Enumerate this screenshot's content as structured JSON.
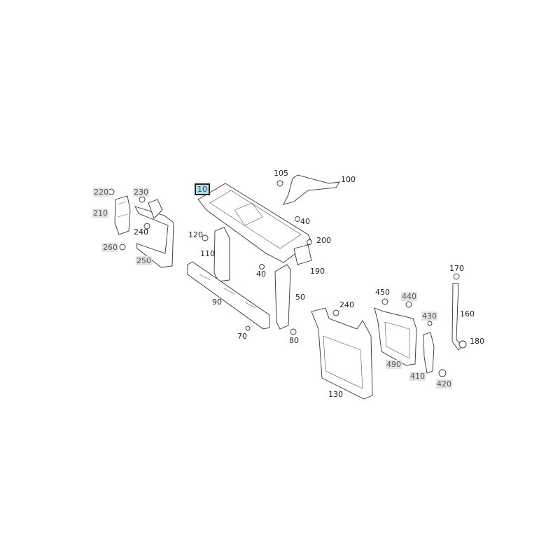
{
  "diagram": {
    "selected_part": "10",
    "labels": [
      {
        "id": "10",
        "style": "selected"
      },
      {
        "id": "105",
        "style": "plain"
      },
      {
        "id": "100",
        "style": "plain"
      },
      {
        "id": "220",
        "style": "grey"
      },
      {
        "id": "230",
        "style": "grey"
      },
      {
        "id": "210",
        "style": "grey"
      },
      {
        "id": "240",
        "style": "plain"
      },
      {
        "id": "260",
        "style": "grey"
      },
      {
        "id": "250",
        "style": "grey"
      },
      {
        "id": "120",
        "style": "plain"
      },
      {
        "id": "110",
        "style": "plain"
      },
      {
        "id": "40",
        "style": "plain"
      },
      {
        "id": "200",
        "style": "plain"
      },
      {
        "id": "190",
        "style": "plain"
      },
      {
        "id": "40b",
        "text": "40",
        "style": "plain"
      },
      {
        "id": "90",
        "style": "plain"
      },
      {
        "id": "50",
        "style": "plain"
      },
      {
        "id": "70",
        "style": "plain"
      },
      {
        "id": "80",
        "style": "plain"
      },
      {
        "id": "240b",
        "text": "240",
        "style": "plain"
      },
      {
        "id": "450",
        "style": "plain"
      },
      {
        "id": "440",
        "style": "grey"
      },
      {
        "id": "430",
        "style": "grey"
      },
      {
        "id": "170",
        "style": "plain"
      },
      {
        "id": "160",
        "style": "plain"
      },
      {
        "id": "180",
        "style": "plain"
      },
      {
        "id": "490",
        "style": "grey"
      },
      {
        "id": "410",
        "style": "grey"
      },
      {
        "id": "420",
        "style": "grey"
      },
      {
        "id": "130",
        "style": "plain"
      }
    ],
    "text": {
      "l10": "10",
      "l105": "105",
      "l100": "100",
      "l220": "220",
      "l230": "230",
      "l210": "210",
      "l240": "240",
      "l260": "260",
      "l250": "250",
      "l120": "120",
      "l110": "110",
      "l40": "40",
      "l200": "200",
      "l190": "190",
      "l40b": "40",
      "l90": "90",
      "l50": "50",
      "l70": "70",
      "l80": "80",
      "l240b": "240",
      "l450": "450",
      "l440": "440",
      "l430": "430",
      "l170": "170",
      "l160": "160",
      "l180": "180",
      "l490": "490",
      "l410": "410",
      "l420": "420",
      "l130": "130"
    }
  }
}
